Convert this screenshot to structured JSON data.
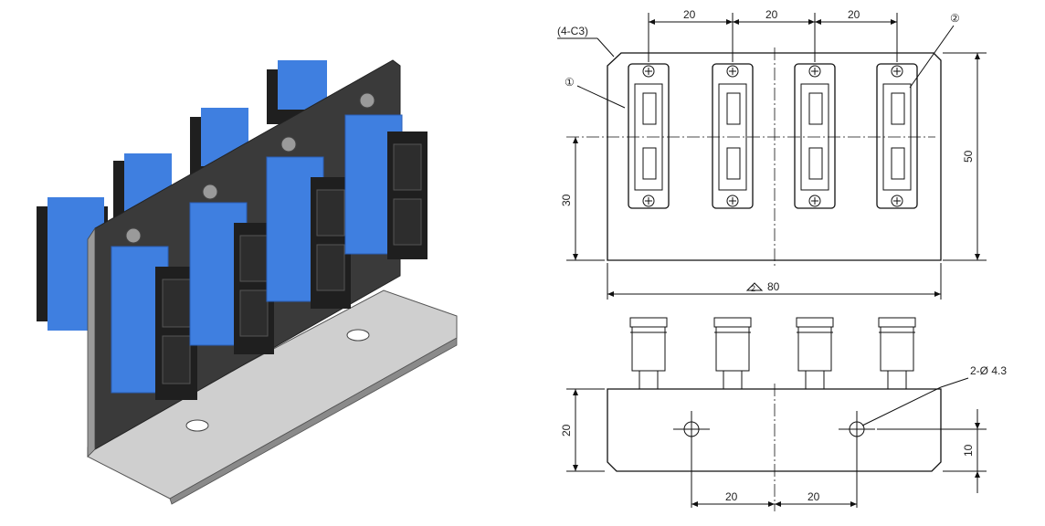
{
  "colors": {
    "adapter_blue": "#3f7fe0",
    "adapter_blue_dark": "#2a5fb8",
    "connector_black": "#1f1f1f",
    "plate_grey": "#6e6e6e",
    "plate_light": "#d8d8d8",
    "drawing_line": "#111111"
  },
  "drawing": {
    "chamfer_note": "(4-C3)",
    "balloon_1": "①",
    "balloon_2": "②",
    "pitch_1": "20",
    "pitch_2": "20",
    "pitch_3": "20",
    "height_total": "50",
    "height_center": "30",
    "width_total": "80",
    "revision_mark": "2",
    "side_height": "20",
    "hole_height": "10",
    "hole_note": "2-Ø 4.3",
    "hole_pitch_1": "20",
    "hole_pitch_2": "20"
  }
}
